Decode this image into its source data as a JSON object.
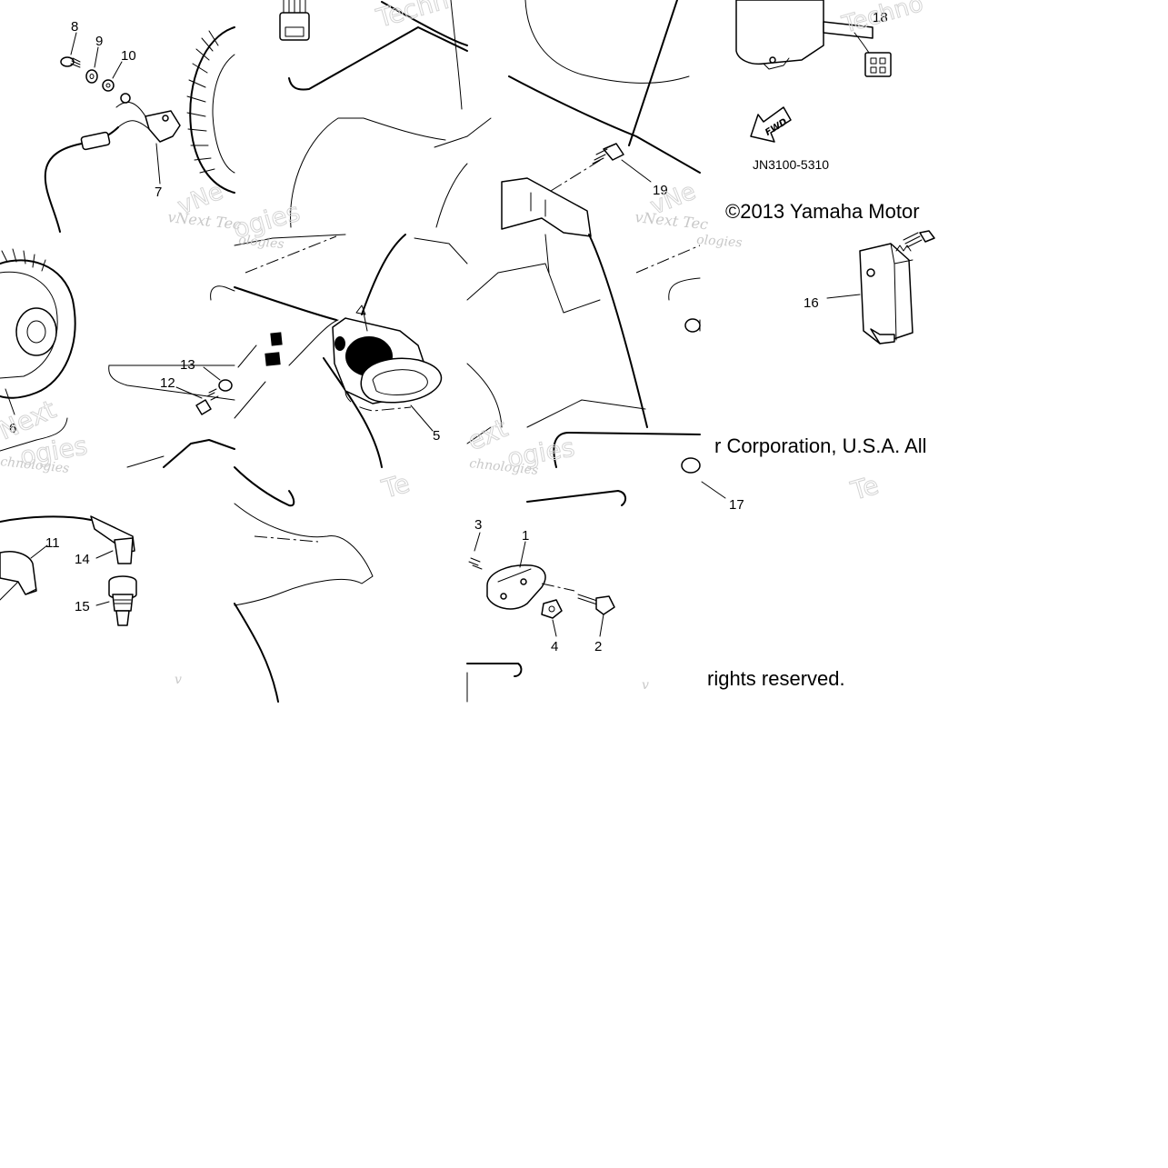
{
  "callouts": {
    "c1": "1",
    "c2": "2",
    "c3": "3",
    "c4": "4",
    "c5": "5",
    "c6": "6",
    "c7": "7",
    "c8": "8",
    "c9": "9",
    "c10": "10",
    "c11": "11",
    "c12": "12",
    "c13": "13",
    "c14": "14",
    "c15": "15",
    "c16": "16",
    "c17": "17",
    "c18": "18",
    "c19": "19"
  },
  "diagram_code": "JN3100-5310",
  "fwd_label": "FWD",
  "copyright": {
    "line1": "©2013 Yamaha Motor",
    "line2": "r Corporation, U.S.A. All",
    "line3": "rights reserved."
  },
  "watermarks": {
    "technologies_fragment": "Techn",
    "technologies_fragment_b": "Techno",
    "te_fragment": "Te",
    "vnext_tec": "vNext Tec",
    "chnologies": "chnologies",
    "v_mark": "v",
    "next": "Next",
    "vnext_outline": "vNe",
    "xt": "ext",
    "logies": "ogies",
    "ologies": "ologies"
  },
  "colors": {
    "line": "#000000",
    "watermark": "#c8c8c8",
    "background": "#ffffff"
  }
}
